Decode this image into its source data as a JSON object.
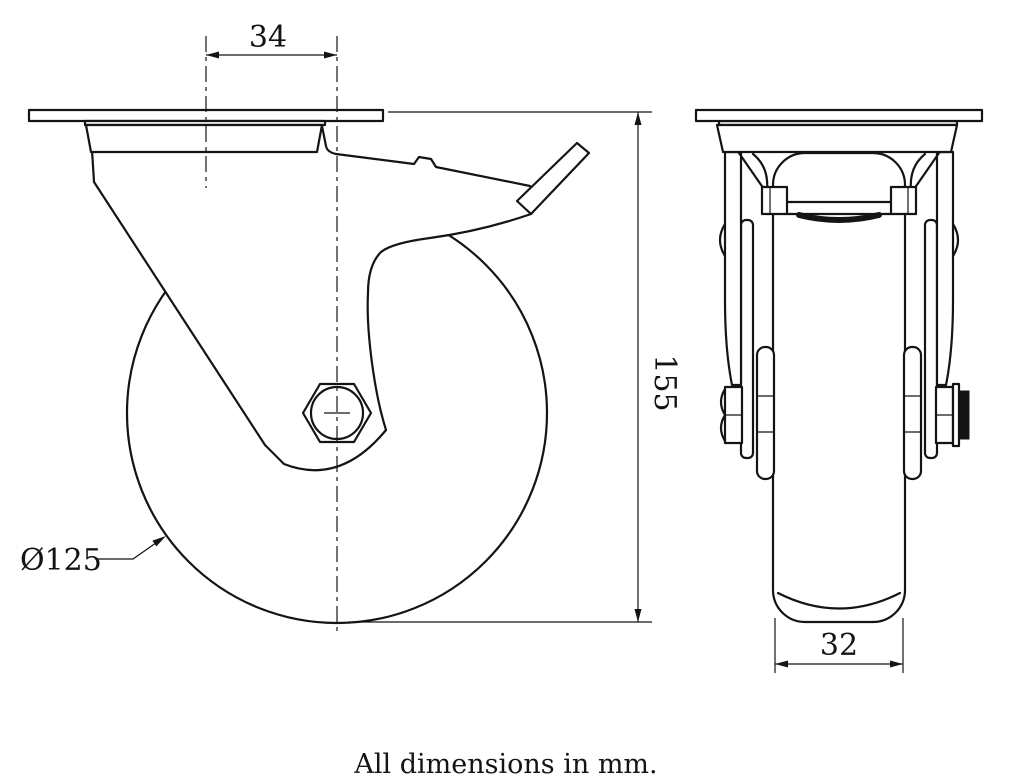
{
  "drawing": {
    "note": "All dimensions in mm.",
    "dimensions": {
      "plate_offset_mm": "34",
      "overall_height_mm": "155",
      "wheel_diameter_mm": "Ø125",
      "wheel_width_mm": "32"
    },
    "colors": {
      "line": "#141414",
      "background": "#ffffff"
    }
  }
}
